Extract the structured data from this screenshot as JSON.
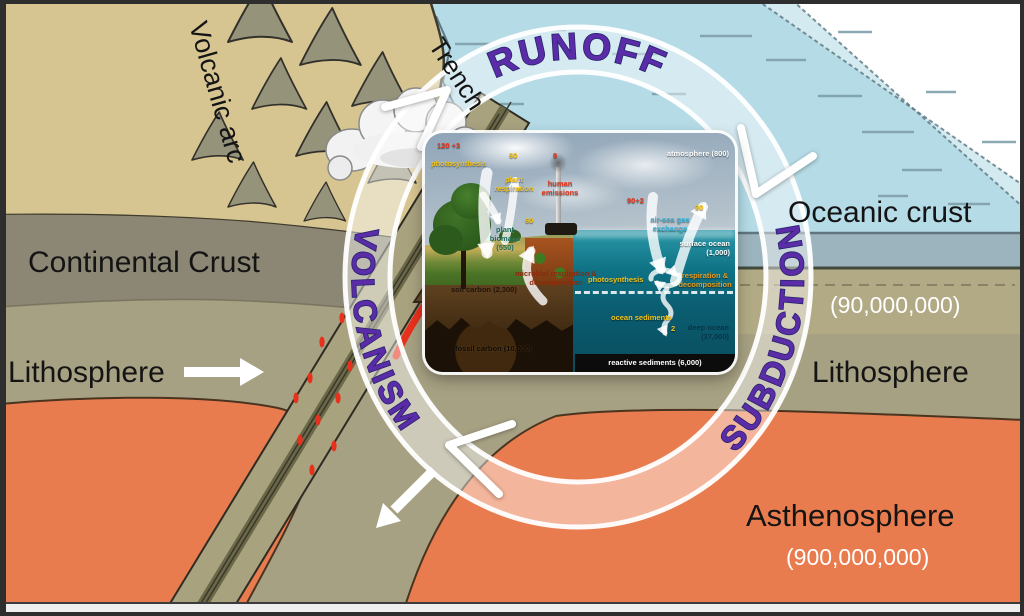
{
  "cross_section": {
    "volcanic_arc": "Volcanic arc",
    "trench": "Trench",
    "continental_crust": "Continental Crust",
    "lithosphere_left": "Lithosphere",
    "lithosphere_right": "Lithosphere",
    "oceanic_crust": "Oceanic crust",
    "oceanic_crust_value": "(90,000,000)",
    "asthenosphere": "Asthenosphere",
    "asthenosphere_value": "(900,000,000)"
  },
  "cycle": {
    "top_label": "RUNOFF",
    "right_label": "SUBDUCTION",
    "left_label": "VOLCANISM"
  },
  "carbon_inset": {
    "atmosphere": "atmosphere (800)",
    "land": {
      "photosynthesis_flux": "120 +3",
      "photosynthesis_label": "photosynthesis",
      "plant_respiration_flux": "60",
      "plant_respiration_label": "plant respiration",
      "human_emissions_flux": "9",
      "human_emissions_label": "human emissions",
      "plant_biomass": "plant biomass (550)",
      "biomass_flux": "60",
      "microbial_label": "microbial respiration & decomposition",
      "soil_carbon": "soil carbon (2,300)",
      "fossil_carbon": "fossil carbon (10,000)"
    },
    "ocean": {
      "air_sea_flux_down": "90+2",
      "air_sea_flux_up": "90",
      "air_sea_label": "air-sea gas exchange",
      "surface_ocean": "surface ocean (1,000)",
      "photosynthesis_label": "photosynthesis",
      "respiration_label": "respiration & decomposition",
      "ocean_sediments_label": "ocean sediments",
      "sediment_flux": "2",
      "deep_ocean": "deep ocean (37,000)",
      "reactive_sediments": "reactive sediments (6,000)"
    }
  },
  "colors": {
    "water": "#b5dbe6",
    "land_tan": "#d7c591",
    "continental_crust_band": "#8c8674",
    "lithosphere_olive": "#a7a183",
    "asthenosphere_orange": "#e97c4e",
    "oceanic_crust_band": "#9cb4bd",
    "cycle_label_purple": "#5a2ca8",
    "magma_red": "#e8311c"
  }
}
